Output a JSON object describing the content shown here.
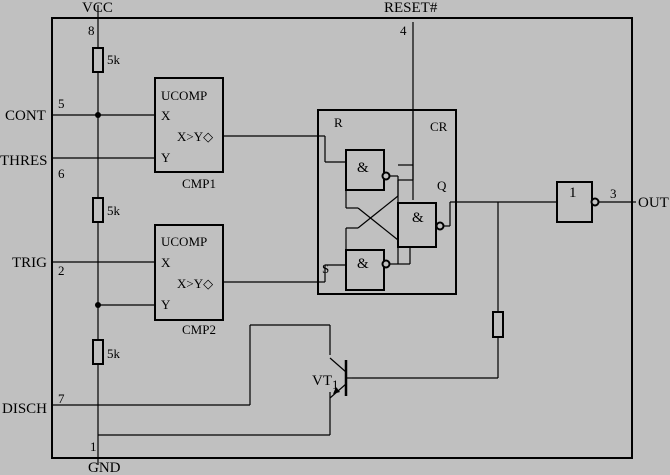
{
  "chip": {
    "pins": {
      "vcc": "VCC",
      "vcc_num": "8",
      "reset": "RESET#",
      "reset_num": "4",
      "cont": "CONT",
      "cont_num": "5",
      "thres": "THRES",
      "thres_num": "6",
      "trig": "TRIG",
      "trig_num": "2",
      "disch": "DISCH",
      "disch_num": "7",
      "gnd": "GND",
      "gnd_num": "1",
      "out": "OUT",
      "out_num": "3"
    },
    "resistors": [
      "5k",
      "5k",
      "5k"
    ],
    "comparators": [
      {
        "title": "UCOMP",
        "in_x": "X",
        "in_y": "Y",
        "output": "X>Y◇",
        "name": "CMP1"
      },
      {
        "title": "UCOMP",
        "in_x": "X",
        "in_y": "Y",
        "output": "X>Y◇",
        "name": "CMP2"
      }
    ],
    "flipflop": {
      "r": "R",
      "s": "S",
      "cr": "CR",
      "q": "Q",
      "and_symbol": "&"
    },
    "buffer_label": "1",
    "transistor": {
      "label": "VT",
      "subscript": "1"
    }
  }
}
